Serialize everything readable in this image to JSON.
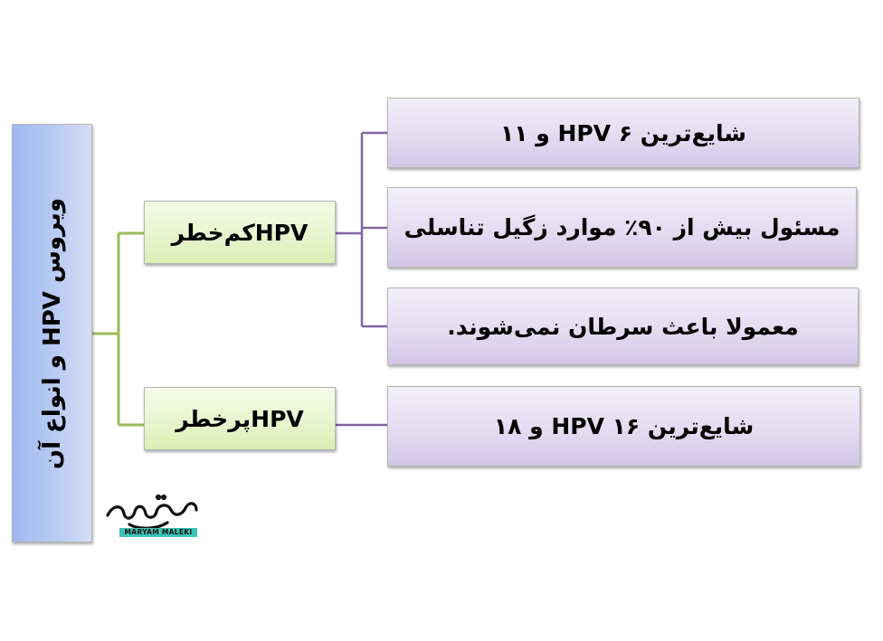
{
  "root": {
    "label": "ویروس HPV و انواع آن"
  },
  "branches": [
    {
      "label": "HPVکم‌خطر",
      "leaves": [
        "شایع‌ترین ۶ HPV و ۱۱",
        "مسئول بیش از ۹۰٪ موارد زگیل تناسلی",
        "معمولا باعث سرطان نمی‌شوند."
      ]
    },
    {
      "label": "HPVپرخطر",
      "leaves": [
        "شایع‌ترین ۱۶ HPV و ۱۸"
      ]
    }
  ],
  "logo": {
    "caption": "MARYAM MALEKI"
  },
  "colors": {
    "root_fill": "#b9cbf3",
    "branch_fill": "#e8f5cf",
    "leaf_fill": "#e2daf0",
    "connector_green": "#9bbb59",
    "connector_purple": "#8064a2",
    "logo_accent": "#3cc3b8"
  }
}
